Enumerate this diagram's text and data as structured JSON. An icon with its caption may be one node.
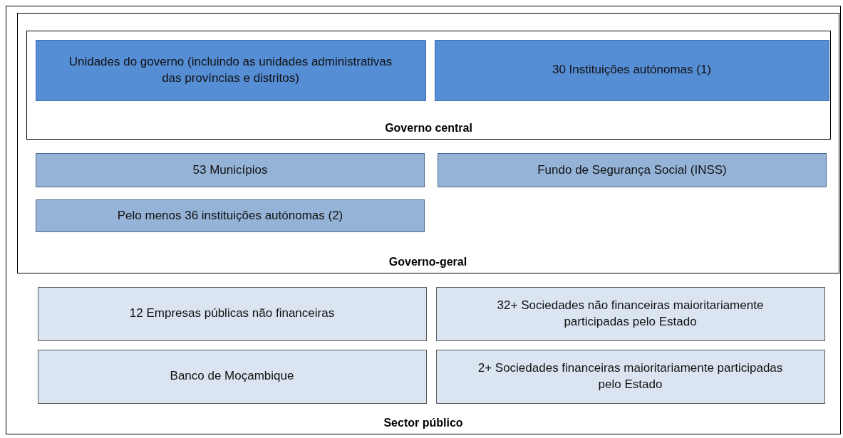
{
  "diagram": {
    "nodes": [
      {
        "text": [
          "Sector público"
        ]
      },
      {
        "text": [
          "Governo-geral"
        ],
        "in": 0
      },
      {
        "text": [
          "Governo central"
        ],
        "in": 1
      },
      {
        "text": [
          "Unidades do governo (incluindo as unidades administrativas das províncias e distritos)"
        ],
        "in": 2
      },
      {
        "text": [
          "30 Instituições autónomas (1)"
        ],
        "in": 2
      },
      {
        "text": [
          "53 Municípios"
        ],
        "in": 1
      },
      {
        "text": [
          "Fundo de Segurança Social (INSS)"
        ],
        "in": 1
      },
      {
        "text": [
          "Pelo menos 36 instituições autónomas (2)"
        ],
        "in": 1
      },
      {
        "text": [
          "12 Empresas públicas não financeiras"
        ],
        "in": 0
      },
      {
        "text": [
          "32+ Sociedades não financeiras maioritariamente participadas pelo Estado"
        ],
        "in": 0
      },
      {
        "text": [
          "Banco de Moçambique"
        ],
        "in": 0
      },
      {
        "text": [
          "2+ Sociedades financeiras maioritariamente participadas pelo Estado"
        ],
        "in": 0
      }
    ]
  }
}
